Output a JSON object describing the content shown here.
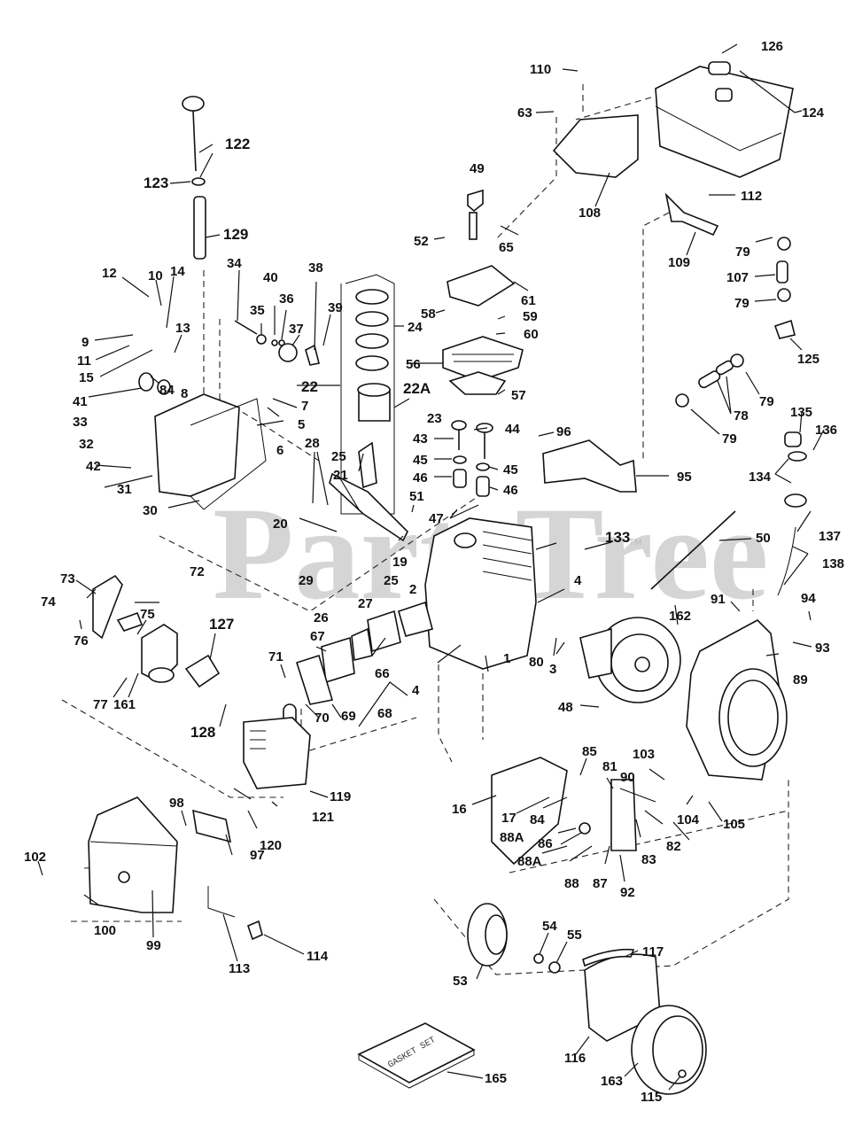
{
  "watermark": {
    "text": "PartsTree",
    "trademark": "TM",
    "color": "#c8c8c8"
  },
  "gasket_set_text": "GASKET SET",
  "labels": [
    {
      "id": "1",
      "text": "1"
    },
    {
      "id": "2",
      "text": "2"
    },
    {
      "id": "3",
      "text": "3"
    },
    {
      "id": "4a",
      "text": "4"
    },
    {
      "id": "4b",
      "text": "4"
    },
    {
      "id": "5",
      "text": "5"
    },
    {
      "id": "6",
      "text": "6"
    },
    {
      "id": "7",
      "text": "7"
    },
    {
      "id": "8",
      "text": "8"
    },
    {
      "id": "9",
      "text": "9"
    },
    {
      "id": "10",
      "text": "10"
    },
    {
      "id": "11",
      "text": "11"
    },
    {
      "id": "12",
      "text": "12"
    },
    {
      "id": "13",
      "text": "13"
    },
    {
      "id": "14",
      "text": "14"
    },
    {
      "id": "15",
      "text": "15"
    },
    {
      "id": "16",
      "text": "16"
    },
    {
      "id": "17",
      "text": "17"
    },
    {
      "id": "19",
      "text": "19"
    },
    {
      "id": "20",
      "text": "20"
    },
    {
      "id": "21",
      "text": "21"
    },
    {
      "id": "22",
      "text": "22"
    },
    {
      "id": "22A",
      "text": "22A"
    },
    {
      "id": "23",
      "text": "23"
    },
    {
      "id": "24",
      "text": "24"
    },
    {
      "id": "25a",
      "text": "25"
    },
    {
      "id": "25b",
      "text": "25"
    },
    {
      "id": "26",
      "text": "26"
    },
    {
      "id": "27",
      "text": "27"
    },
    {
      "id": "28",
      "text": "28"
    },
    {
      "id": "29",
      "text": "29"
    },
    {
      "id": "30",
      "text": "30"
    },
    {
      "id": "31",
      "text": "31"
    },
    {
      "id": "32",
      "text": "32"
    },
    {
      "id": "33",
      "text": "33"
    },
    {
      "id": "34",
      "text": "34"
    },
    {
      "id": "35",
      "text": "35"
    },
    {
      "id": "36",
      "text": "36"
    },
    {
      "id": "37",
      "text": "37"
    },
    {
      "id": "38",
      "text": "38"
    },
    {
      "id": "39",
      "text": "39"
    },
    {
      "id": "40",
      "text": "40"
    },
    {
      "id": "41",
      "text": "41"
    },
    {
      "id": "42",
      "text": "42"
    },
    {
      "id": "43",
      "text": "43"
    },
    {
      "id": "44",
      "text": "44"
    },
    {
      "id": "45a",
      "text": "45"
    },
    {
      "id": "45b",
      "text": "45"
    },
    {
      "id": "46a",
      "text": "46"
    },
    {
      "id": "46b",
      "text": "46"
    },
    {
      "id": "47",
      "text": "47"
    },
    {
      "id": "48",
      "text": "48"
    },
    {
      "id": "49",
      "text": "49"
    },
    {
      "id": "50",
      "text": "50"
    },
    {
      "id": "51",
      "text": "51"
    },
    {
      "id": "52",
      "text": "52"
    },
    {
      "id": "53",
      "text": "53"
    },
    {
      "id": "54",
      "text": "54"
    },
    {
      "id": "55",
      "text": "55"
    },
    {
      "id": "56",
      "text": "56"
    },
    {
      "id": "57",
      "text": "57"
    },
    {
      "id": "58",
      "text": "58"
    },
    {
      "id": "59",
      "text": "59"
    },
    {
      "id": "60",
      "text": "60"
    },
    {
      "id": "61",
      "text": "61"
    },
    {
      "id": "63",
      "text": "63"
    },
    {
      "id": "65",
      "text": "65"
    },
    {
      "id": "66",
      "text": "66"
    },
    {
      "id": "67",
      "text": "67"
    },
    {
      "id": "68",
      "text": "68"
    },
    {
      "id": "69",
      "text": "69"
    },
    {
      "id": "70",
      "text": "70"
    },
    {
      "id": "71",
      "text": "71"
    },
    {
      "id": "72",
      "text": "72"
    },
    {
      "id": "73",
      "text": "73"
    },
    {
      "id": "74",
      "text": "74"
    },
    {
      "id": "75",
      "text": "75"
    },
    {
      "id": "76",
      "text": "76"
    },
    {
      "id": "77",
      "text": "77"
    },
    {
      "id": "78",
      "text": "78"
    },
    {
      "id": "79a",
      "text": "79"
    },
    {
      "id": "79b",
      "text": "79"
    },
    {
      "id": "79c",
      "text": "79"
    },
    {
      "id": "79d",
      "text": "79"
    },
    {
      "id": "80",
      "text": "80"
    },
    {
      "id": "81",
      "text": "81"
    },
    {
      "id": "82",
      "text": "82"
    },
    {
      "id": "83",
      "text": "83"
    },
    {
      "id": "84a",
      "text": "84"
    },
    {
      "id": "84b",
      "text": "84"
    },
    {
      "id": "85",
      "text": "85"
    },
    {
      "id": "86",
      "text": "86"
    },
    {
      "id": "87",
      "text": "87"
    },
    {
      "id": "88",
      "text": "88"
    },
    {
      "id": "88Aa",
      "text": "88A"
    },
    {
      "id": "88Ab",
      "text": "88A"
    },
    {
      "id": "89",
      "text": "89"
    },
    {
      "id": "90",
      "text": "90"
    },
    {
      "id": "91",
      "text": "91"
    },
    {
      "id": "92",
      "text": "92"
    },
    {
      "id": "93",
      "text": "93"
    },
    {
      "id": "94",
      "text": "94"
    },
    {
      "id": "95",
      "text": "95"
    },
    {
      "id": "96",
      "text": "96"
    },
    {
      "id": "97",
      "text": "97"
    },
    {
      "id": "98",
      "text": "98"
    },
    {
      "id": "99",
      "text": "99"
    },
    {
      "id": "100",
      "text": "100"
    },
    {
      "id": "102",
      "text": "102"
    },
    {
      "id": "103",
      "text": "103"
    },
    {
      "id": "104",
      "text": "104"
    },
    {
      "id": "105",
      "text": "105"
    },
    {
      "id": "107",
      "text": "107"
    },
    {
      "id": "108",
      "text": "108"
    },
    {
      "id": "109",
      "text": "109"
    },
    {
      "id": "110",
      "text": "110"
    },
    {
      "id": "112",
      "text": "112"
    },
    {
      "id": "113",
      "text": "113"
    },
    {
      "id": "114",
      "text": "114"
    },
    {
      "id": "115",
      "text": "115"
    },
    {
      "id": "116",
      "text": "116"
    },
    {
      "id": "117",
      "text": "117"
    },
    {
      "id": "119",
      "text": "119"
    },
    {
      "id": "120",
      "text": "120"
    },
    {
      "id": "121",
      "text": "121"
    },
    {
      "id": "122",
      "text": "122"
    },
    {
      "id": "123",
      "text": "123"
    },
    {
      "id": "124",
      "text": "124"
    },
    {
      "id": "125",
      "text": "125"
    },
    {
      "id": "126",
      "text": "126"
    },
    {
      "id": "127",
      "text": "127"
    },
    {
      "id": "128",
      "text": "128"
    },
    {
      "id": "129",
      "text": "129"
    },
    {
      "id": "133",
      "text": "133"
    },
    {
      "id": "134",
      "text": "134"
    },
    {
      "id": "135",
      "text": "135"
    },
    {
      "id": "136",
      "text": "136"
    },
    {
      "id": "137",
      "text": "137"
    },
    {
      "id": "138",
      "text": "138"
    },
    {
      "id": "161",
      "text": "161"
    },
    {
      "id": "162",
      "text": "162"
    },
    {
      "id": "163",
      "text": "163"
    },
    {
      "id": "165",
      "text": "165"
    }
  ]
}
